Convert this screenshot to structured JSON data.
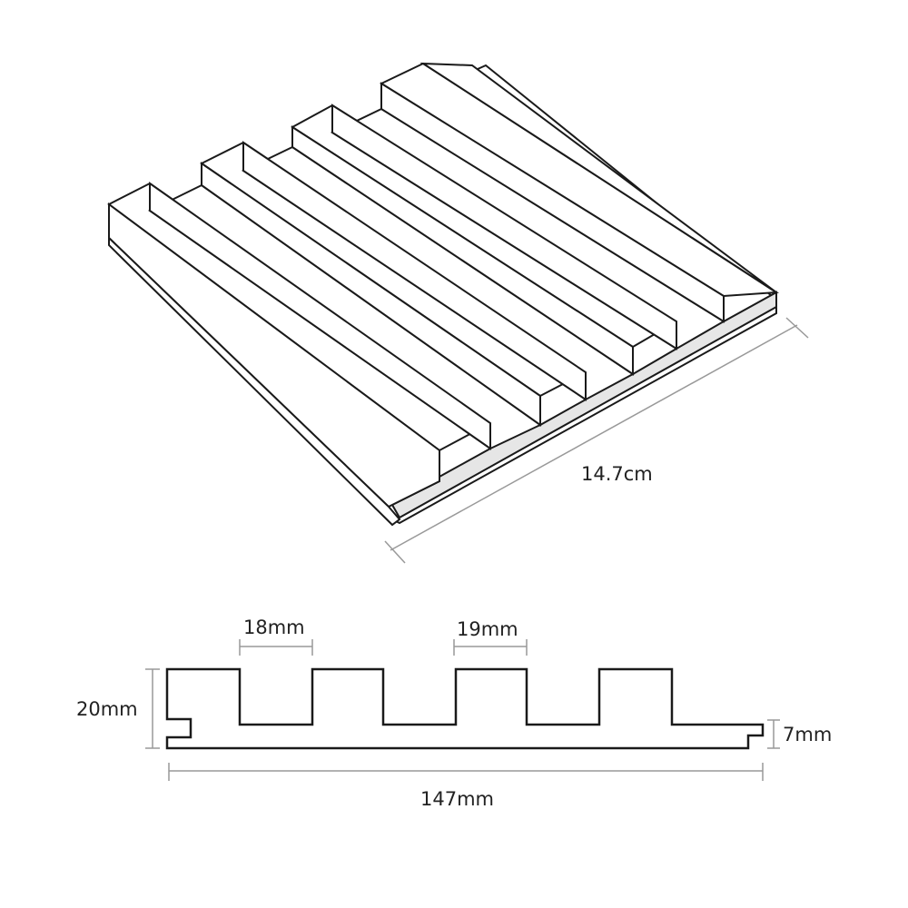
{
  "diagram": {
    "iso_view": {
      "length_label": "14.7cm"
    },
    "profile_view": {
      "slat_width_label": "18mm",
      "gap_width_label": "19mm",
      "total_height_label": "20mm",
      "base_thickness_label": "7mm",
      "total_width_label": "147mm"
    }
  },
  "colors": {
    "outline": "#1a1a1a",
    "end_face": "#e6e6e6",
    "dimension_line": "#999999",
    "text": "#222222"
  }
}
